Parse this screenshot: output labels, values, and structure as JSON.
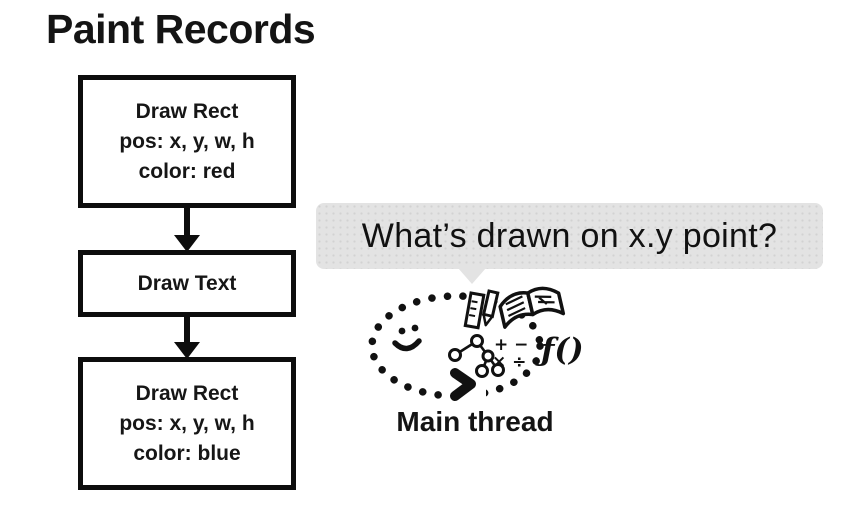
{
  "page": {
    "title": "Paint Records",
    "background": "#ffffff"
  },
  "flowchart": {
    "boxes": [
      {
        "lines": [
          "Draw Rect",
          "pos: x, y, w, h",
          "color: red"
        ]
      },
      {
        "lines": [
          "Draw Text"
        ]
      },
      {
        "lines": [
          "Draw Rect",
          "pos: x, y, w, h",
          "color: blue"
        ]
      }
    ]
  },
  "question_bubble": {
    "text": "What’s drawn on x.y point?",
    "background": "#e3e3e3"
  },
  "main_thread": {
    "label": "Main thread",
    "plus_minus": "+ −",
    "times_divide": "× ÷",
    "function_text": "ƒ()"
  },
  "colors": {
    "ink": "#161616",
    "box_border": "#0d0d0d",
    "bubble_bg": "#e3e3e3"
  }
}
